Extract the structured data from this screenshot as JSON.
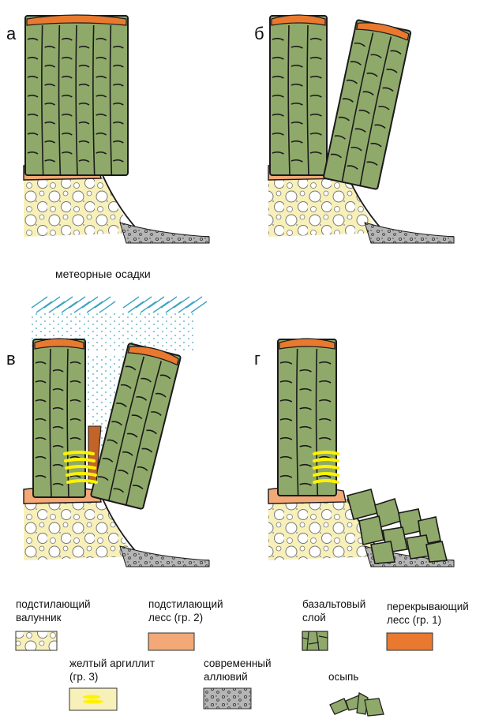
{
  "panels": {
    "a": "а",
    "b": "б",
    "v": "в",
    "g": "г"
  },
  "precipitation_label": "метеорные осадки",
  "legend": {
    "boulder": [
      "подстилающий",
      "валунник"
    ],
    "loess2": [
      "подстилающий",
      "лесс (гр. 2)"
    ],
    "basalt": [
      "базальтовый",
      "слой"
    ],
    "loess1": [
      "перекрывающий",
      "лесс (гр. 1)"
    ],
    "argillite": [
      "желтый аргиллит",
      "(гр. 3)"
    ],
    "alluvium": [
      "современный",
      "аллювий"
    ],
    "scree": [
      "осыпь"
    ]
  },
  "colors": {
    "basalt": "#8fa96a",
    "loess1": "#e8792f",
    "loess2": "#f2a877",
    "boulder_fill": "#f7f0b8",
    "argillite": "#fff200",
    "alluvium": "#b5b5b5",
    "rain": "#3fa4c2",
    "clay": "#c0642a"
  }
}
